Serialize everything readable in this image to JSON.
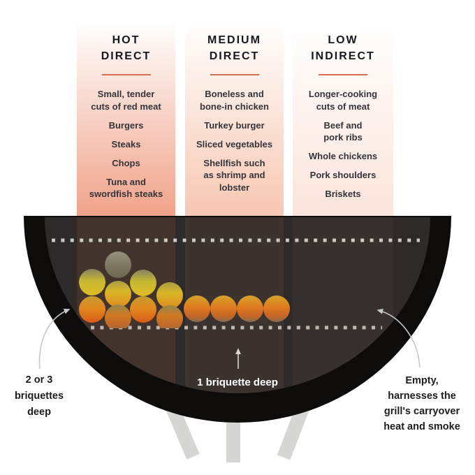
{
  "columns": [
    {
      "id": "hot-direct",
      "heading": [
        "HOT",
        "DIRECT"
      ],
      "items": [
        "Small, tender\ncuts of red meat",
        "Burgers",
        "Steaks",
        "Chops",
        "Tuna and\nswordfish steaks"
      ],
      "bottom_color": "#f0a289"
    },
    {
      "id": "medium-direct",
      "heading": [
        "MEDIUM",
        "DIRECT"
      ],
      "items": [
        "Boneless and\nbone-in chicken",
        "Turkey burger",
        "Sliced vegetables",
        "Shellfish such\nas shrimp and\nlobster"
      ],
      "bottom_color": "#f7c7b2"
    },
    {
      "id": "low-indirect",
      "heading": [
        "LOW",
        "INDIRECT"
      ],
      "items": [
        "Longer-cooking\ncuts of meat",
        "Beef and\npork ribs",
        "Whole chickens",
        "Pork shoulders",
        "Briskets"
      ],
      "bottom_color": "#fbe4db"
    }
  ],
  "grill": {
    "annotations": {
      "left": "2 or 3\nbriquettes\ndeep",
      "middle": "1 briquette deep",
      "right": "Empty,\nharnesses the\ngrill's carryover\nheat and smoke"
    },
    "briquettes": {
      "pile_zone": "hot-direct",
      "pile_count": 9,
      "pile_depth": "2 or 3 briquettes deep",
      "single_row_zone": "medium-direct",
      "single_row_count": 4,
      "single_row_depth": "1 briquette deep",
      "right_zone": "empty"
    }
  },
  "colors": {
    "accent_divider": "#d96e4f",
    "column_hot_bottom": "#f0a289",
    "column_medium_bottom": "#f7c7b2",
    "column_low_bottom": "#fbe4db",
    "bowl": "#0d0c0b",
    "bowl_interior": "#2d2a29",
    "legs": "#d6d6d5",
    "arrows": "#c8c8c8",
    "grate_dots": "#ccc9c5",
    "label_dark": "#1c1c1c",
    "label_light": "#ffffff"
  }
}
